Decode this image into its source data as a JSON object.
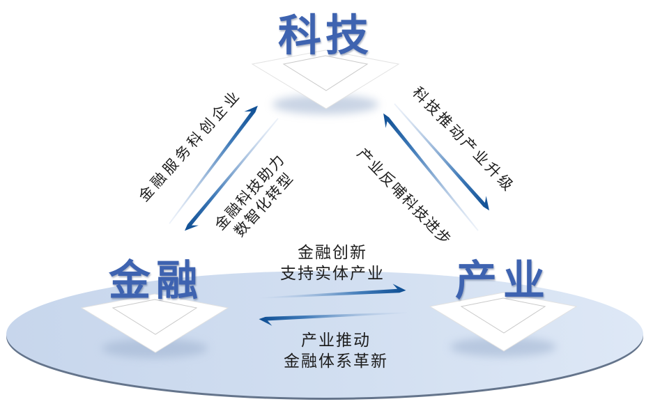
{
  "colors": {
    "node_text": "#3e63b0",
    "label_text": "#1d1d1d",
    "arrow_dark": "#0e4e93",
    "arrow_mid": "#3f7ab8",
    "arrow_mid_light": "#8fb0d6",
    "arrow_light": "#cfdcf0",
    "platform_left": "#c7d6ec",
    "platform_mid": "#d2dff1",
    "platform_right": "#dee8f6",
    "platform_rim": "#64748b",
    "diamond_fill": "#ffffff",
    "diamond_shadow": "#9db1cf"
  },
  "nodes": [
    {
      "id": "tech",
      "label": "科技"
    },
    {
      "id": "finance",
      "label": "金融"
    },
    {
      "id": "industry",
      "label": "产业"
    }
  ],
  "edges": [
    {
      "id": "finance-to-tech",
      "from": "金融",
      "to": "科技",
      "lines": [
        "金融服务科创企业"
      ]
    },
    {
      "id": "tech-to-finance",
      "from": "科技",
      "to": "金融",
      "lines": [
        "金融科技助力",
        "数智化转型"
      ]
    },
    {
      "id": "tech-to-industry",
      "from": "科技",
      "to": "产业",
      "lines": [
        "科技推动产业升级"
      ]
    },
    {
      "id": "industry-to-tech",
      "from": "产业",
      "to": "科技",
      "lines": [
        "产业反哺科技进步"
      ]
    },
    {
      "id": "finance-to-industry",
      "from": "金融",
      "to": "产业",
      "lines": [
        "金融创新",
        "支持实体产业"
      ]
    },
    {
      "id": "industry-to-finance",
      "from": "产业",
      "to": "金融",
      "lines": [
        "产业推动",
        "金融体系革新"
      ]
    }
  ]
}
